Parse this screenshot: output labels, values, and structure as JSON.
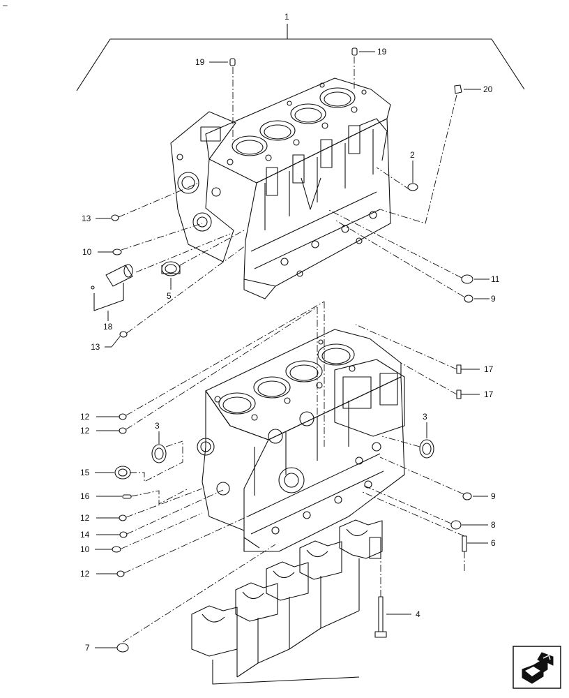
{
  "corner_mark": "–",
  "callouts": {
    "c1": "1",
    "c19a": "19",
    "c19b": "19",
    "c20": "20",
    "c2": "2",
    "c13a": "13",
    "c10a": "10",
    "c5": "5",
    "c11": "11",
    "c9a": "9",
    "c18": "18",
    "c13b": "13",
    "c17a": "17",
    "c17b": "17",
    "c12a": "12",
    "c12b": "12",
    "c3a": "3",
    "c3b": "3",
    "c15": "15",
    "c9b": "9",
    "c16": "16",
    "c12c": "12",
    "c8": "8",
    "c14": "14",
    "c6": "6",
    "c10b": "10",
    "c12d": "12",
    "c4": "4",
    "c7": "7"
  },
  "nav": {
    "icon": "arrow-icon"
  }
}
